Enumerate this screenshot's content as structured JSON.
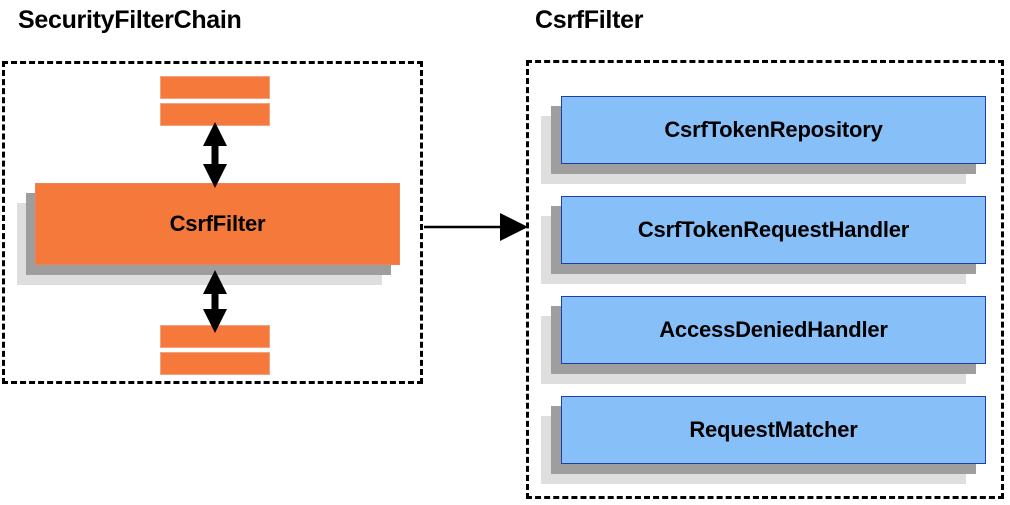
{
  "diagram": {
    "type": "component-relationship-diagram",
    "background_color": "#ffffff",
    "panels": [
      {
        "id": "securityfilterchain",
        "title": "SecurityFilterChain",
        "border_style": "dashed",
        "border_color": "#000000"
      },
      {
        "id": "csrffilter",
        "title": "CsrfFilter",
        "border_style": "dashed",
        "border_color": "#000000"
      }
    ]
  },
  "left_panel": {
    "title": "SecurityFilterChain",
    "main_box": {
      "label": "CsrfFilter",
      "fill_color": "#f4793b",
      "shadow_colors": [
        "#9e9e9e",
        "#dedede"
      ]
    },
    "top_bars": [
      {
        "label": "",
        "fill_color": "#f4793b"
      },
      {
        "label": "",
        "fill_color": "#f4793b"
      }
    ],
    "bottom_bars": [
      {
        "label": "",
        "fill_color": "#f4793b"
      },
      {
        "label": "",
        "fill_color": "#f4793b"
      }
    ],
    "connectors": [
      {
        "name": "top-bidirectional-arrow",
        "direction": "both"
      },
      {
        "name": "bottom-bidirectional-arrow",
        "direction": "both"
      }
    ]
  },
  "right_panel": {
    "title": "CsrfFilter",
    "items": [
      {
        "label": "CsrfTokenRepository",
        "fill_color": "#87c0f9",
        "border_color": "#1f3fa8"
      },
      {
        "label": "CsrfTokenRequestHandler",
        "fill_color": "#87c0f9",
        "border_color": "#1f3fa8"
      },
      {
        "label": "AccessDeniedHandler",
        "fill_color": "#87c0f9",
        "border_color": "#1f3fa8"
      },
      {
        "label": "RequestMatcher",
        "fill_color": "#87c0f9",
        "border_color": "#1f3fa8"
      }
    ],
    "shadow_colors": [
      "#9e9e9e",
      "#dedede"
    ]
  },
  "link": {
    "name": "expansion-arrow",
    "from": "SecurityFilterChain.CsrfFilter",
    "to": "CsrfFilter panel",
    "direction": "right",
    "color": "#000000"
  }
}
